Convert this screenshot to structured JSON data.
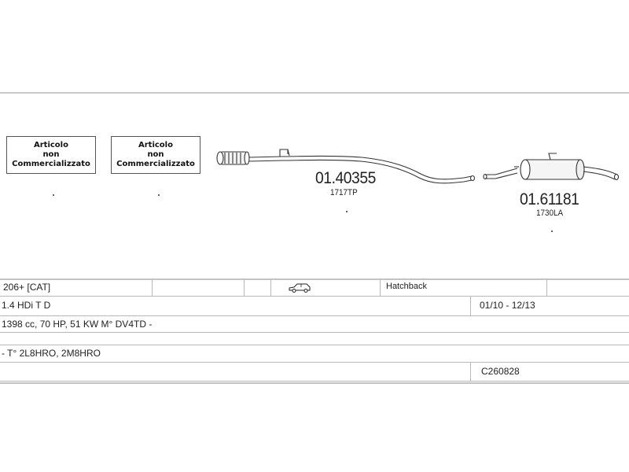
{
  "parts": {
    "box1": {
      "line1": "Articolo",
      "line2": "non",
      "line3": "Commercializzato"
    },
    "box2": {
      "line1": "Articolo",
      "line2": "non",
      "line3": "Commercializzato"
    },
    "middle_pipe": {
      "number": "01.40355",
      "ref": "1717TP"
    },
    "rear_silencer": {
      "number": "01.61181",
      "ref": "1730LA"
    }
  },
  "vehicle": {
    "model": "206+  [CAT]",
    "body_type": "Hatchback",
    "body_icon": "car-hatchback-icon",
    "engine": "1.4 HDi T D",
    "period": "01/10 - 12/13",
    "engine_details": "1398 cc, 70 HP, 51 KW M° DV4TD -",
    "type_codes": "- T° 2L8HRO, 2M8HRO",
    "catalog_code": "C260828"
  }
}
